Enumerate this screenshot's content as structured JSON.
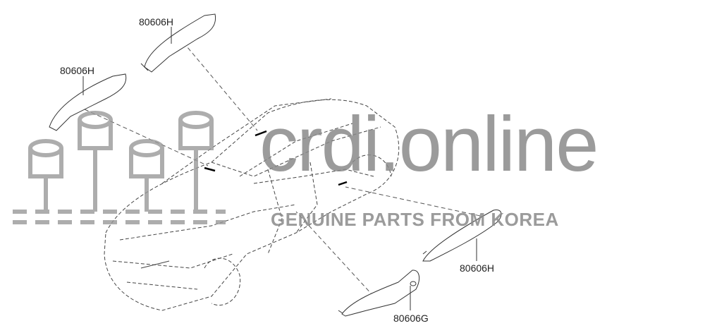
{
  "callouts": [
    {
      "part_no": "80606H"
    },
    {
      "part_no": "80606H"
    },
    {
      "part_no": "80606H"
    },
    {
      "part_no": "80606G"
    }
  ],
  "watermark": {
    "brand": "crdi.online",
    "tagline": "GENUINE PARTS FROM KOREA"
  },
  "colors": {
    "line": "#333333",
    "watermark": "#8a8a8a"
  }
}
